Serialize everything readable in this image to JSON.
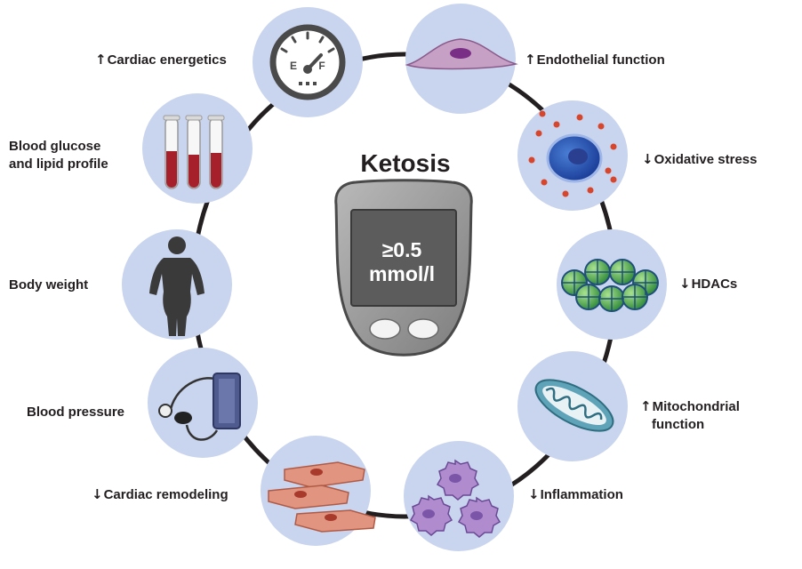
{
  "title": "Ketosis",
  "meter": {
    "value": "≥0.5",
    "unit": "mmol/l"
  },
  "items": [
    {
      "arrow": "↑",
      "label": "Cardiac energetics",
      "icon": "fuel-gauge-icon"
    },
    {
      "arrow": "↑",
      "label": "Endothelial function",
      "icon": "endothelial-cell-icon"
    },
    {
      "arrow": "↓",
      "label": "Oxidative stress",
      "icon": "oxidative-cell-icon"
    },
    {
      "arrow": "↓",
      "label": "HDACs",
      "icon": "hdac-icon"
    },
    {
      "arrow": "↑",
      "label": "Mitochondrial",
      "label2": "function",
      "icon": "mitochondrion-icon"
    },
    {
      "arrow": "↓",
      "label": "Inflammation",
      "icon": "immune-cells-icon"
    },
    {
      "arrow": "↓",
      "label": "Cardiac remodeling",
      "icon": "cardiomyocytes-icon"
    },
    {
      "arrow": "",
      "label": "Blood pressure",
      "icon": "blood-pressure-cuff-icon"
    },
    {
      "arrow": "",
      "label": "Body weight",
      "icon": "body-silhouette-icon"
    },
    {
      "arrow": "",
      "label": "Blood glucose",
      "label2": "and lipid profile",
      "icon": "test-tubes-icon"
    }
  ],
  "colors": {
    "circle": "#c9d5ee",
    "ring": "#231f20",
    "text": "#231f20"
  }
}
